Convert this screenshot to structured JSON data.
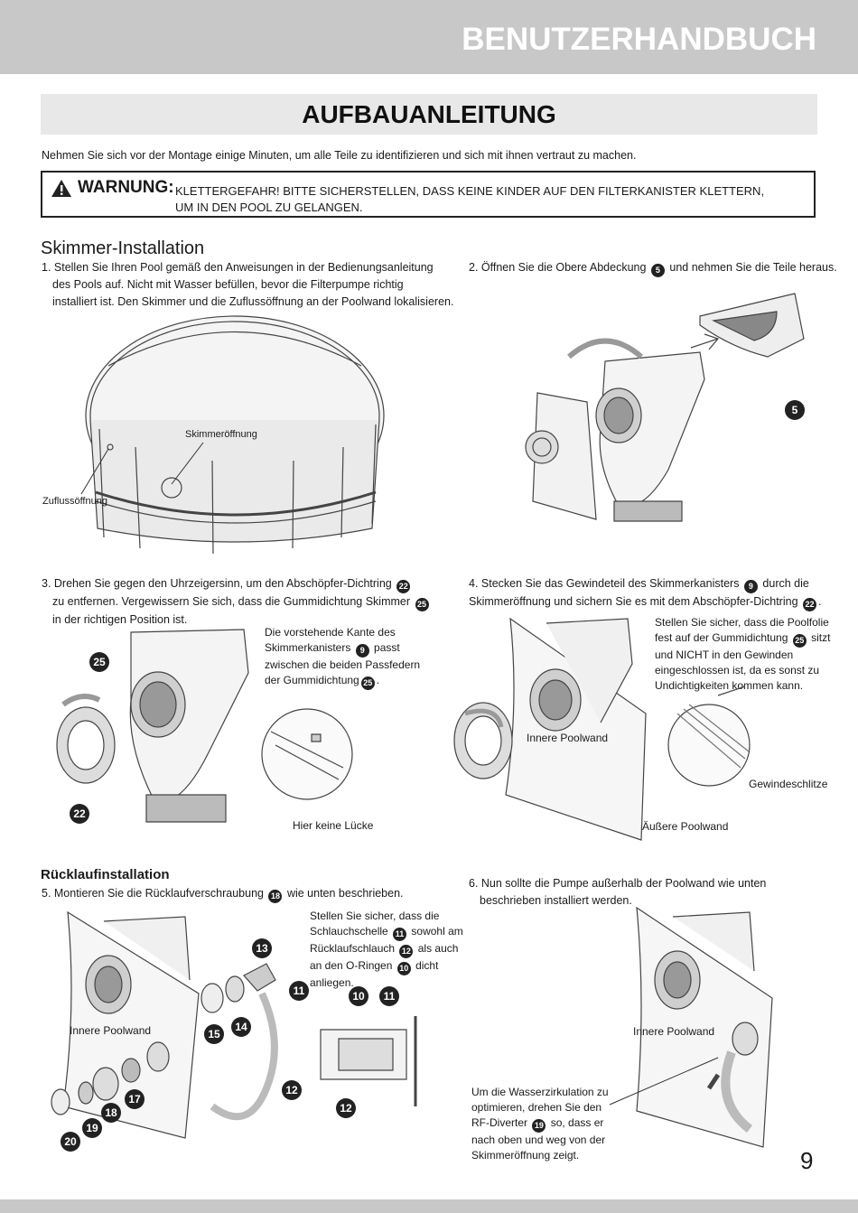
{
  "header": {
    "title": "BENUTZERHANDBUCH"
  },
  "section": {
    "title": "AUFBAUANLEITUNG"
  },
  "intro": "Nehmen Sie sich vor der Montage einige Minuten, um alle Teile zu identifizieren und sich mit ihnen vertraut zu machen.",
  "warning": {
    "label": "WARNUNG:",
    "line1": "KLETTERGEFAHR! BITTE SICHERSTELLEN, DASS KEINE KINDER AUF DEN FILTERKANISTER KLETTERN,",
    "line2": "UM IN DEN POOL ZU GELANGEN."
  },
  "skimmer": {
    "heading": "Skimmer-Installation",
    "step1": [
      "1. Stellen Sie Ihren Pool gemäß den Anweisungen in der Bedienungsanleitung",
      "des Pools auf. Nicht mit Wasser befüllen, bevor die Filterpumpe richtig",
      "installiert ist. Den Skimmer und die Zuflussöffnung an der Poolwand lokalisieren."
    ],
    "label_skimmer_opening": "Skimmeröffnung",
    "label_inlet": "Zuflussöffnung",
    "step2_a": "2. Öffnen Sie die Obere Abdeckung",
    "step2_b": "und nehmen Sie die Teile heraus.",
    "step3": [
      "3. Drehen Sie gegen den Uhrzeigersinn, um den Abschöpfer-Dichtring",
      "zu entfernen. Vergewissern Sie sich, dass die Gummidichtung Skimmer",
      "in der richtigen Position ist."
    ],
    "note3": [
      "Die vorstehende Kante des",
      "Skimmerkanisters",
      "passt",
      "zwischen die beiden Passfedern",
      "der Gummidichtung"
    ],
    "label_no_gap": "Hier keine Lücke",
    "step4": [
      "4. Stecken Sie das Gewindeteil des Skimmerkanisters",
      "durch die",
      "Skimmeröffnung und sichern Sie es mit dem Abschöpfer-Dichtring"
    ],
    "note4": [
      "Stellen Sie sicher, dass die Poolfolie",
      "fest auf der Gummidichtung",
      "sitzt",
      "und NICHT in den Gewinden",
      "eingeschlossen ist, da es sonst zu",
      "Undichtigkeiten kommen kann."
    ],
    "label_inner_wall": "Innere Poolwand",
    "label_outer_wall": "Äußere Poolwand",
    "label_thread_slots": "Gewindeschlitze"
  },
  "return": {
    "heading": "Rücklaufinstallation",
    "step5_a": "5. Montieren Sie die Rücklaufverschraubung",
    "step5_b": "wie unten beschrieben.",
    "note5": [
      "Stellen Sie sicher, dass die",
      "Schlauchschelle",
      "sowohl am",
      "Rücklaufschlauch",
      "als auch",
      "an den O-Ringen",
      "dicht",
      "anliegen."
    ],
    "label_inner_wall": "Innere Poolwand",
    "step6": [
      "6. Nun sollte die Pumpe außerhalb der Poolwand wie unten",
      "beschrieben installiert werden."
    ],
    "label_inner_wall_6": "Innere Poolwand",
    "note6": [
      "Um die Wasserzirkulation zu",
      "optimieren, drehen Sie den",
      "RF-Diverter",
      "so, dass er",
      "nach oben und weg von der",
      "Skimmeröffnung zeigt."
    ]
  },
  "parts": {
    "p5": "5",
    "p9": "9",
    "p10": "10",
    "p11": "11",
    "p12": "12",
    "p13": "13",
    "p14": "14",
    "p15": "15",
    "p17": "17",
    "p18": "18",
    "p19": "19",
    "p20": "20",
    "p22": "22",
    "p25": "25"
  },
  "page_number": "9"
}
